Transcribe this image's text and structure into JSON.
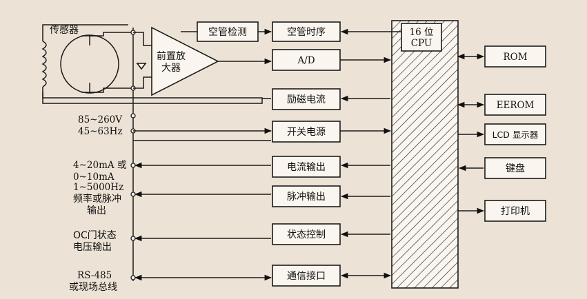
{
  "diagram": {
    "sensor": {
      "label": "传感器"
    },
    "preamp": {
      "line1": "前置放",
      "line2": "大器"
    },
    "empty_pipe_detect": {
      "label": "空管检测"
    },
    "empty_pipe_timing": {
      "label": "空管时序"
    },
    "cpu": {
      "line1": "16 位",
      "line2": "CPU"
    },
    "adc": {
      "label": "A/D"
    },
    "rom": {
      "label": "ROM"
    },
    "excitation": {
      "label": "励磁电流"
    },
    "eerom": {
      "label": "EEROM"
    },
    "power_input": {
      "line1": "85~260V",
      "line2": "45~63Hz"
    },
    "switch_power": {
      "label": "开关电源"
    },
    "lcd": {
      "label": "LCD 显示器"
    },
    "current_output_spec": {
      "line1": "4~20mA 或",
      "line2": "0~10mA"
    },
    "current_output": {
      "label": "电流输出"
    },
    "keyboard": {
      "label": "键盘"
    },
    "freq_output_spec": {
      "line1": "1~5000Hz",
      "line2": "频率或脉冲",
      "line3": "输出"
    },
    "pulse_output": {
      "label": "脉冲输出"
    },
    "printer": {
      "label": "打印机"
    },
    "oc_output_spec": {
      "line1": "OC门状态",
      "line2": "电压输出"
    },
    "status_control": {
      "label": "状态控制"
    },
    "comm_spec": {
      "line1": "RS-485",
      "line2": "或现场总线"
    },
    "comm_interface": {
      "label": "通信接口"
    }
  }
}
